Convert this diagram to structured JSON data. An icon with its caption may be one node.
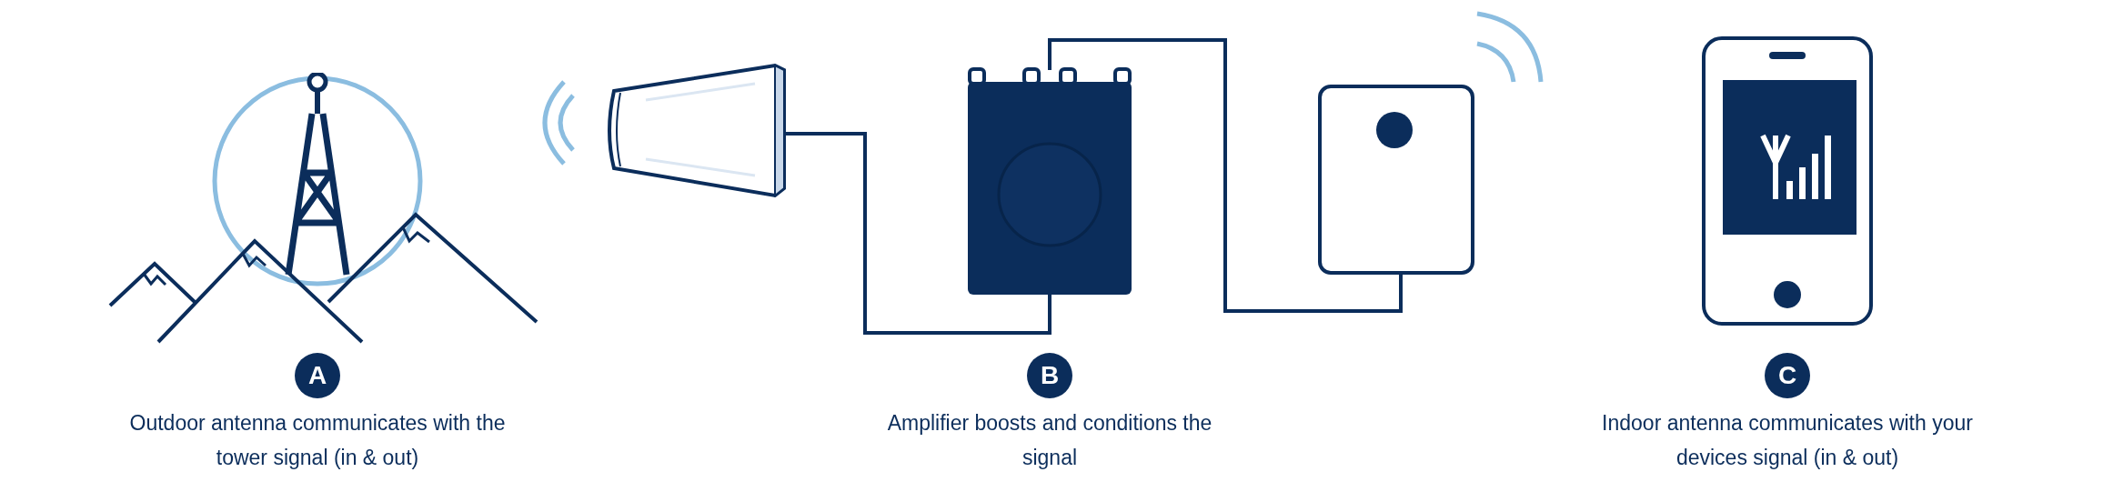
{
  "diagram": {
    "nodes": [
      {
        "text": [],
        "shape": "picture"
      },
      {
        "text": [],
        "shape": "picture"
      },
      {
        "text": [],
        "shape": "picture"
      },
      {
        "text": [],
        "shape": "picture"
      },
      {
        "text": [],
        "shape": "picture"
      },
      {
        "text": [
          "A"
        ],
        "beside": [
          "Outdoor antenna communicates with the tower signal (in & out)"
        ]
      },
      {
        "text": [
          "B"
        ],
        "beside": [
          "Amplifier boosts and conditions the signal"
        ]
      },
      {
        "text": [
          "C"
        ],
        "beside": [
          "Indoor antenna communicates with your devices signal (in & out)"
        ]
      }
    ],
    "edges": [
      {
        "from": 1,
        "to": 2,
        "arrow": "none"
      },
      {
        "from": 2,
        "to": 3,
        "arrow": "none"
      }
    ]
  }
}
